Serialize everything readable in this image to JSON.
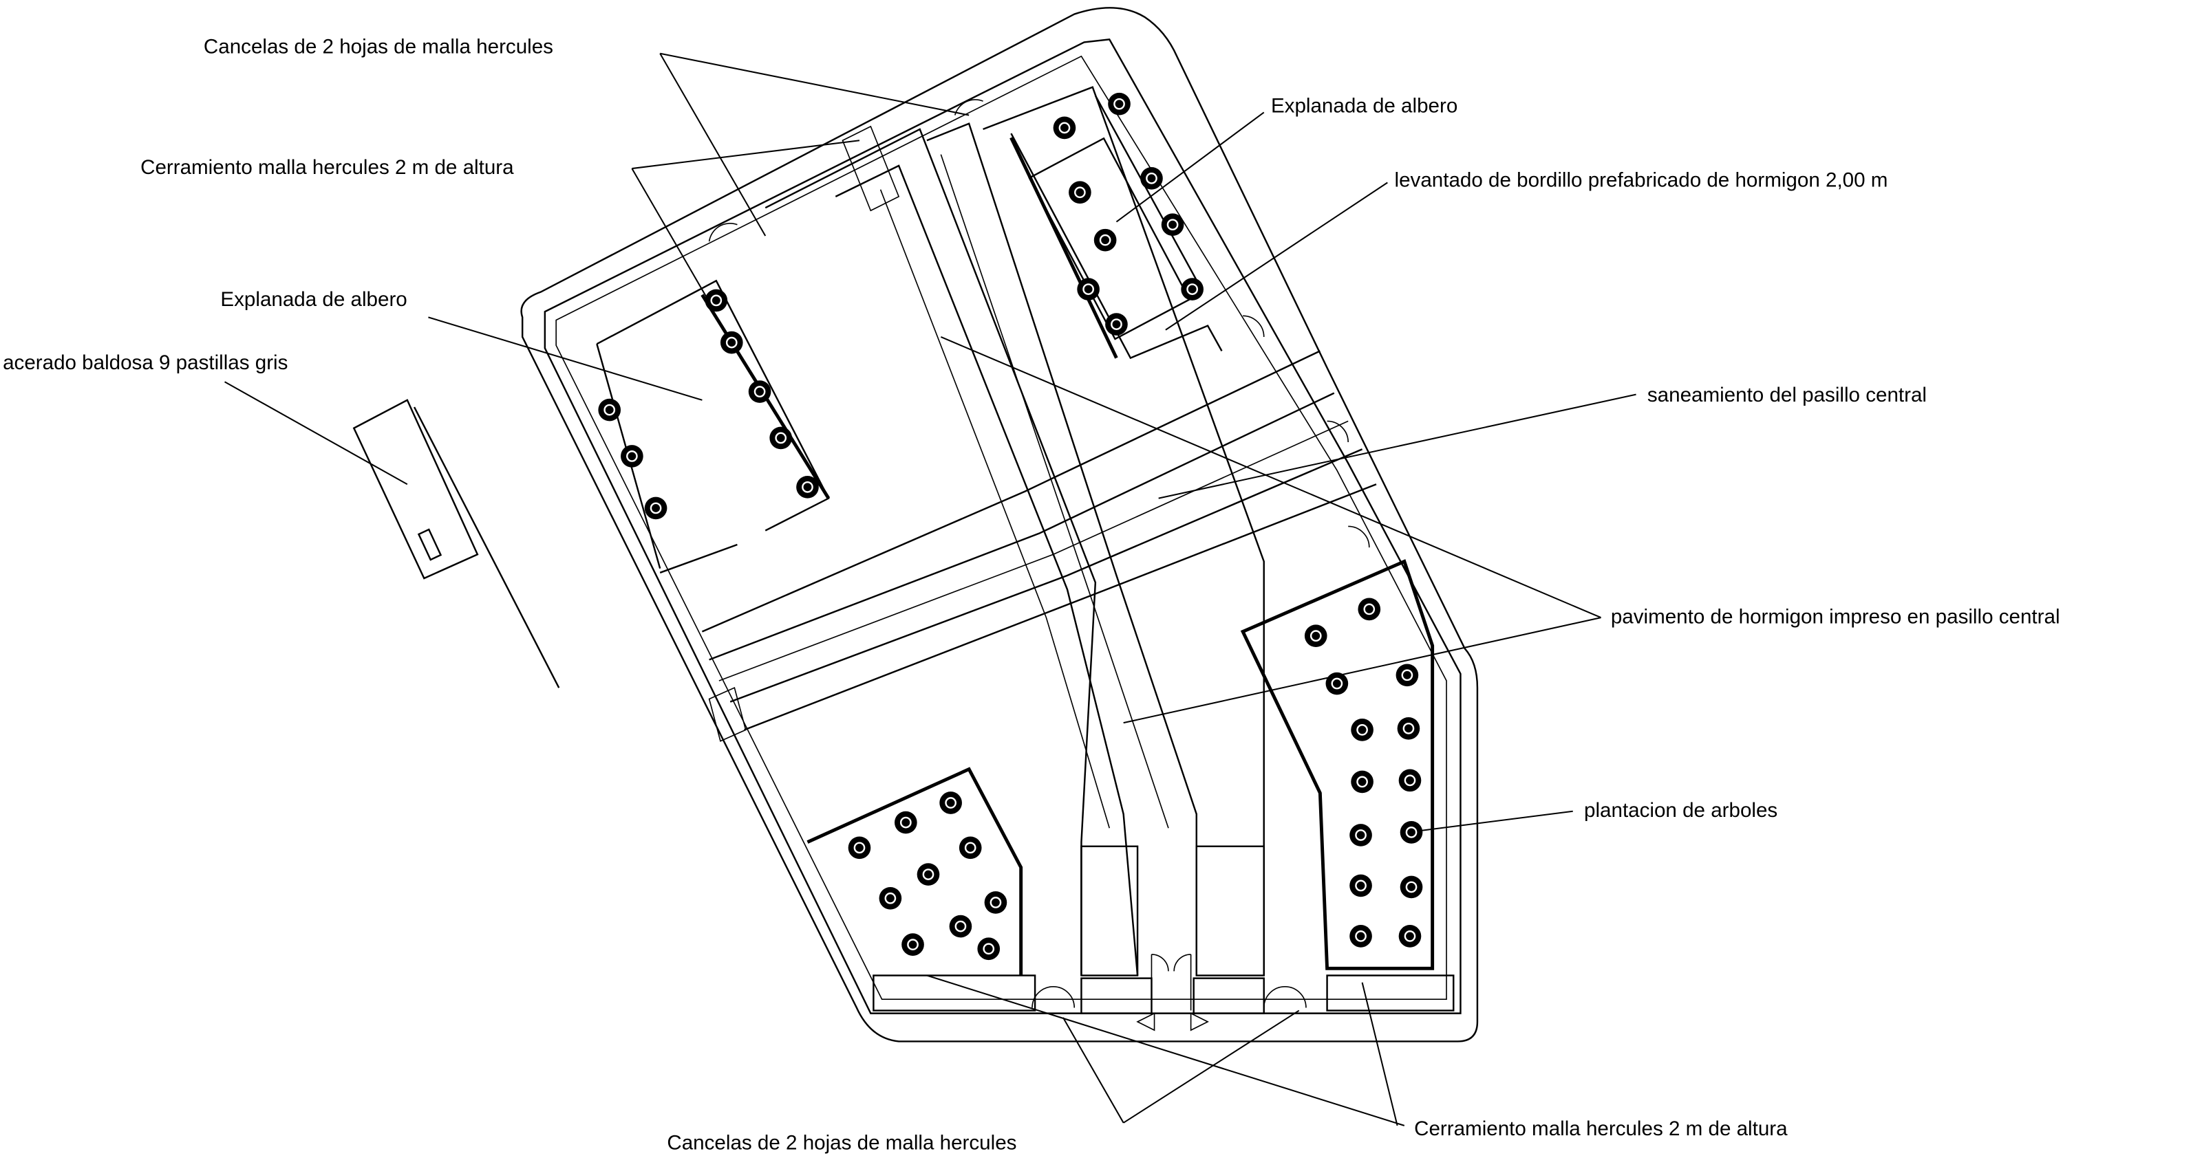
{
  "labels": {
    "gates_top": "Cancelas de 2 hojas de malla hercules",
    "fence_top": "Cerramiento malla hercules 2 m de altura",
    "esplanade_left": "Explanada de albero",
    "sidewalk": "acerado baldosa 9 pastillas gris",
    "esplanade_right": "Explanada de albero",
    "curb": "levantado de bordillo prefabricado de hormigon 2,00 m",
    "drainage": "saneamiento del pasillo central",
    "pavement": "pavimento de hormigon impreso en pasillo central",
    "trees": "plantacion de arboles",
    "gates_bottom": "Cancelas de 2 hojas de malla hercules",
    "fence_bottom": "Cerramiento malla hercules 2 m de altura"
  },
  "icons": {
    "tree": "tree-symbol-icon",
    "gate": "double-gate-icon"
  }
}
